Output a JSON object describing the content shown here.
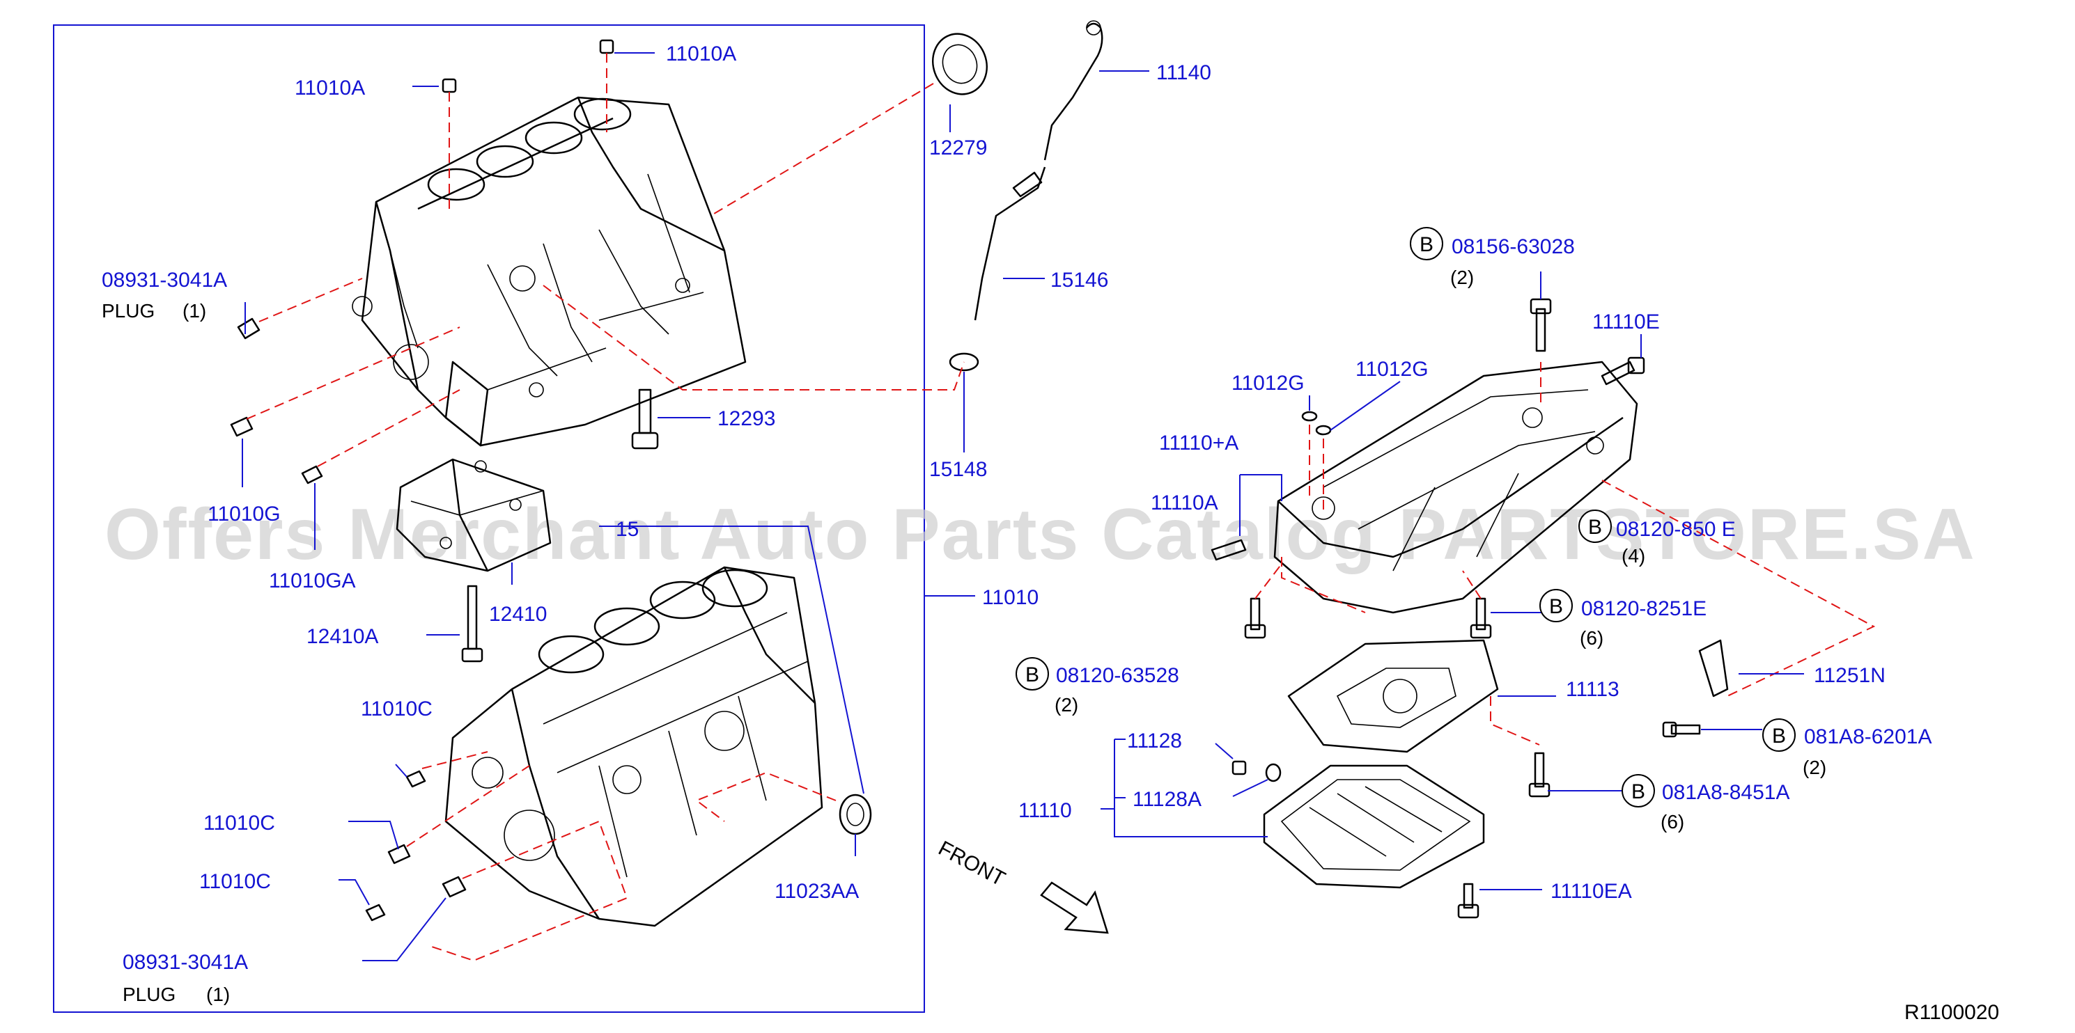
{
  "diagram_id": "R1100020",
  "watermark": "Offers Merchant Auto Parts Catalog PARTSTORE.SA",
  "front_label": "FRONT",
  "bolt_symbol": "B",
  "labels": {
    "p11010A_top": "11010A",
    "p11010A_left": "11010A",
    "p12279": "12279",
    "p11140": "11140",
    "p15146": "15146",
    "p15148": "15148",
    "p08931_top": "08931-3041A",
    "plug_top": "PLUG",
    "plug_top_qty": "(1)",
    "p12293": "12293",
    "p11010G": "11010G",
    "p11010GA": "11010GA",
    "p12410": "12410",
    "p12410A": "12410A",
    "p15_hidden": "15",
    "p11010": "11010",
    "p11010C_1": "11010C",
    "p11010C_2": "11010C",
    "p11010C_3": "11010C",
    "p08931_bot": "08931-3041A",
    "plug_bot": "PLUG",
    "plug_bot_qty": "(1)",
    "p11023AA": "11023AA",
    "p08156": "08156-63028",
    "p08156_qty": "(2)",
    "p11110E": "11110E",
    "p11012G_1": "11012G",
    "p11012G_2": "11012G",
    "p11110A_plus": "11110+A",
    "p11110A": "11110A",
    "p08120_hidden": "08120-850 E",
    "p08120_hidden_qty": "(4)",
    "p08120_8251E": "08120-8251E",
    "p08120_8251E_qty": "(6)",
    "p08120_63528": "08120-63528",
    "p08120_63528_qty": "(2)",
    "p11113": "11113",
    "p11251N": "11251N",
    "p081A8_6201A": "081A8-6201A",
    "p081A8_6201A_qty": "(2)",
    "p11128": "11128",
    "p11128A": "11128A",
    "p11110": "11110",
    "p081A8_8451A": "081A8-8451A",
    "p081A8_8451A_qty": "(6)",
    "p11110EA": "11110EA"
  }
}
